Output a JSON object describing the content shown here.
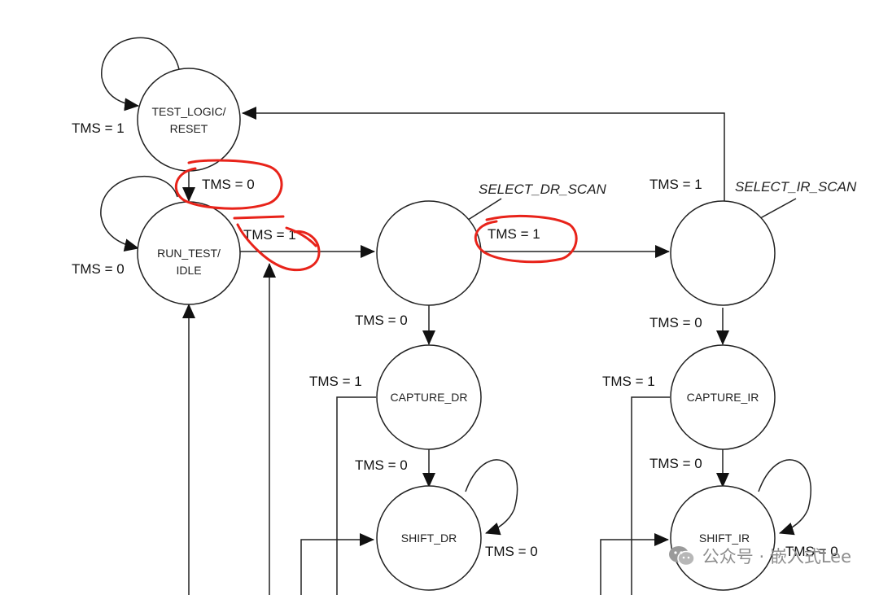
{
  "states": {
    "test_logic_reset": [
      "TEST_LOGIC/",
      "RESET"
    ],
    "run_test_idle": [
      "RUN_TEST/",
      "IDLE"
    ],
    "select_dr_scan": "SELECT_DR_SCAN",
    "select_ir_scan": "SELECT_IR_SCAN",
    "capture_dr": "CAPTURE_DR",
    "capture_ir": "CAPTURE_IR",
    "shift_dr": "SHIFT_DR",
    "shift_ir": "SHIFT_IR"
  },
  "transitions": {
    "reset_self": "TMS = 1",
    "reset_to_idle": "TMS = 0",
    "idle_self": "TMS = 0",
    "idle_to_select_dr": "TMS = 1",
    "select_dr_to_select_ir": "TMS = 1",
    "select_ir_to_reset": "TMS = 1",
    "select_dr_to_capture_dr": "TMS = 0",
    "select_ir_to_capture_ir": "TMS = 0",
    "capture_dr_exit": "TMS = 1",
    "capture_ir_exit": "TMS = 1",
    "capture_dr_to_shift_dr": "TMS = 0",
    "capture_ir_to_shift_ir": "TMS = 0",
    "shift_dr_self": "TMS = 0",
    "shift_ir_self": "TMS = 0"
  },
  "colors": {
    "line": "#222222",
    "annotation": "#e8231a",
    "watermark": "#8c8c8c"
  },
  "watermark": {
    "icon": "wechat-icon",
    "text": "公众号 · 嵌入式Lee"
  }
}
